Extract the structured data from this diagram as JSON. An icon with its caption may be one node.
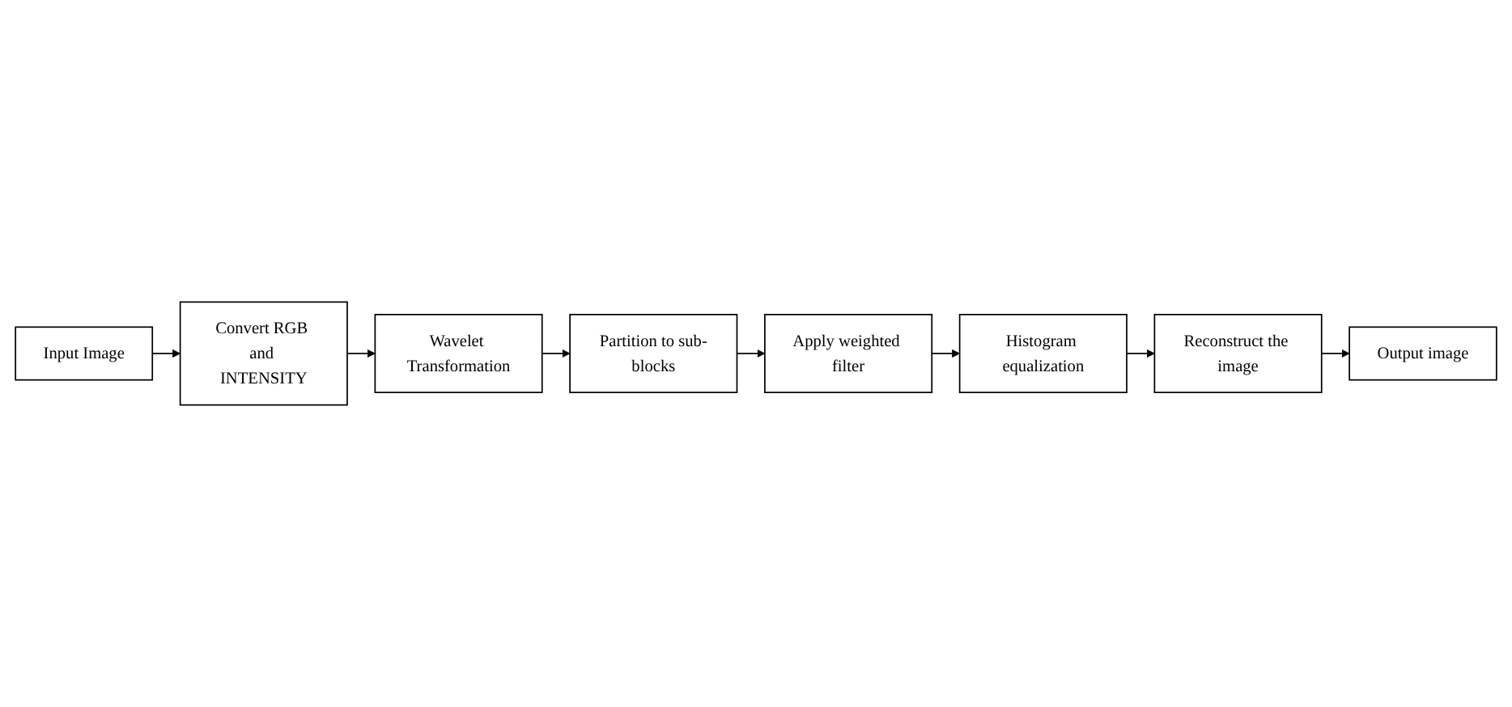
{
  "diagram": {
    "nodes": [
      {
        "text": [
          "Input Image"
        ]
      },
      {
        "text": [
          "Convert RGB and INTENSITY"
        ]
      },
      {
        "text": [
          "Wavelet Transformation"
        ]
      },
      {
        "text": [
          "Partition to sub-blocks"
        ]
      },
      {
        "text": [
          "Apply weighted filter"
        ]
      },
      {
        "text": [
          "Histogram equalization"
        ]
      },
      {
        "text": [
          "Reconstruct the image"
        ]
      },
      {
        "text": [
          "Output image"
        ]
      }
    ],
    "edges": [
      {
        "from": 0,
        "to": 1,
        "arrow": "to"
      },
      {
        "from": 1,
        "to": 2,
        "arrow": "to"
      },
      {
        "from": 2,
        "to": 3,
        "arrow": "to"
      },
      {
        "from": 3,
        "to": 4,
        "arrow": "to"
      },
      {
        "from": 4,
        "to": 5,
        "arrow": "to"
      },
      {
        "from": 5,
        "to": 6,
        "arrow": "to"
      },
      {
        "from": 6,
        "to": 7,
        "arrow": "to"
      }
    ]
  }
}
